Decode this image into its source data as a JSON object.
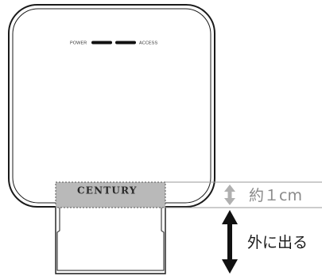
{
  "device": {
    "power_label": "POWER",
    "access_label": "ACCESS",
    "brand": "CENTURY"
  },
  "annotations": {
    "protrusion_1cm": "約１cm",
    "sticks_out": "外に出る"
  },
  "colors": {
    "outline": "#1a1a1a",
    "shaded_area": "#b9b9b9",
    "gray_arrow": "#b0b0b0",
    "black_arrow": "#111111",
    "gray_text": "#8a8a8a"
  }
}
